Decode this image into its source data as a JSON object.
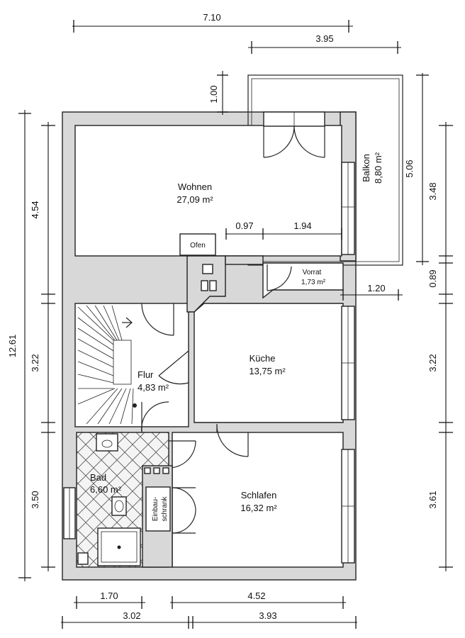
{
  "dimensions": {
    "top_total": "7.10",
    "top_balcony": "3.95",
    "balcony_offset": "1.00",
    "left_total": "12.61",
    "left_top": "4.54",
    "left_mid": "3.22",
    "left_bottom": "3.50",
    "balcony_depth": "5.06",
    "right_top": "3.48",
    "right_small": "0.89",
    "right_mid": "3.22",
    "right_bottom": "3.61",
    "bottom_left_inner": "1.70",
    "bottom_right_inner": "4.52",
    "bottom_left_total": "3.02",
    "bottom_right_total": "3.93",
    "wohnen_a": "0.97",
    "wohnen_b": "1.94",
    "vorrat_width": "1.20"
  },
  "rooms": {
    "wohnen": {
      "name": "Wohnen",
      "area": "27,09 m²"
    },
    "balkon": {
      "name": "Balkon",
      "area": "8,80 m²"
    },
    "kueche": {
      "name": "Küche",
      "area": "13,75 m²"
    },
    "flur": {
      "name": "Flur",
      "area": "4,83 m²"
    },
    "bad": {
      "name": "Bad",
      "area": "6,60 m²"
    },
    "schlafen": {
      "name": "Schlafen",
      "area": "16,32 m²"
    },
    "vorrat": {
      "name": "Vorrat",
      "area": "1,73 m²"
    }
  },
  "labels": {
    "ofen": "Ofen",
    "einbauschrank_1": "Einbau-",
    "einbauschrank_2": "schrank"
  }
}
